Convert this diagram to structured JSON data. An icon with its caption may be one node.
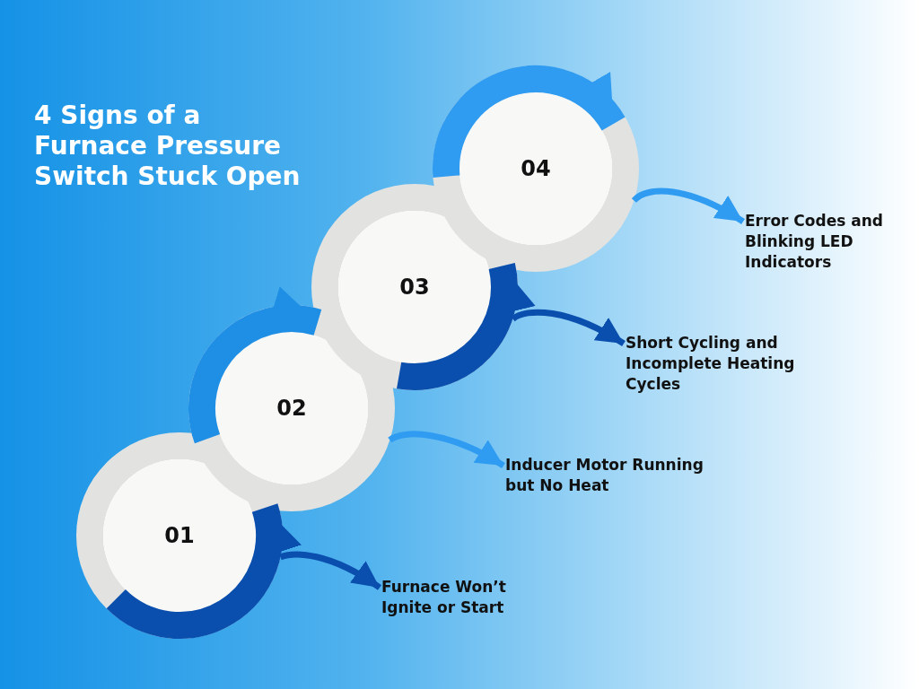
{
  "diagram": {
    "title": "4 Signs of a Furnace Pressure Switch Stuck Open",
    "nodes": [
      {
        "text": [
          "01"
        ]
      },
      {
        "text": [
          "02"
        ]
      },
      {
        "text": [
          "03"
        ]
      },
      {
        "text": [
          "04"
        ]
      },
      {
        "text": [
          "Furnace Won’t Ignite or Start"
        ]
      },
      {
        "text": [
          "Inducer Motor Running but No Heat"
        ]
      },
      {
        "text": [
          "Short Cycling and Incomplete Heating Cycles"
        ]
      },
      {
        "text": [
          "Error Codes and Blinking LED Indicators"
        ]
      }
    ],
    "edges": [
      {
        "from": 0,
        "to": 1,
        "arrow": "to",
        "style": "thick",
        "color": "#0a4fae"
      },
      {
        "from": 1,
        "to": 2,
        "arrow": "to",
        "style": "thick",
        "color": "#1f8fe6"
      },
      {
        "from": 2,
        "to": 3,
        "arrow": "to",
        "style": "thick",
        "color": "#0a4fae"
      },
      {
        "from": 0,
        "to": 4,
        "arrow": "to",
        "color": "#0a4fae"
      },
      {
        "from": 1,
        "to": 5,
        "arrow": "to",
        "color": "#2f9cf2"
      },
      {
        "from": 2,
        "to": 6,
        "arrow": "to",
        "color": "#0a4fae"
      },
      {
        "from": 3,
        "to": 7,
        "arrow": "to",
        "color": "#2f9cf2"
      }
    ]
  }
}
